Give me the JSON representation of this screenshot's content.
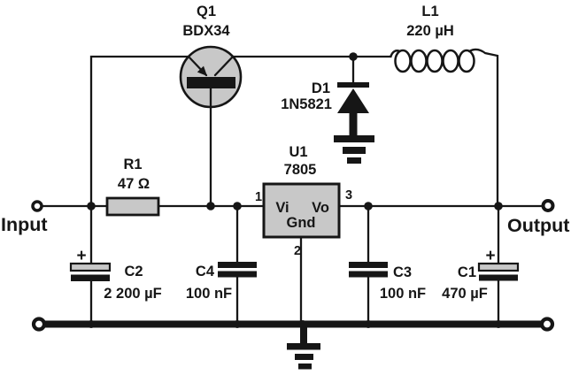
{
  "colors": {
    "ink": "#161616",
    "component_fill": "#c8c8c8",
    "background": "#ffffff"
  },
  "labels": {
    "input": "Input",
    "output": "Output"
  },
  "components": {
    "q1": {
      "ref": "Q1",
      "value": "BDX34"
    },
    "l1": {
      "ref": "L1",
      "value": "220 µH"
    },
    "d1": {
      "ref": "D1",
      "value": "1N5821"
    },
    "u1": {
      "ref": "U1",
      "value": "7805",
      "ports": {
        "vi": "Vi",
        "vo": "Vo",
        "gnd": "Gnd"
      },
      "pins": {
        "p1": "1",
        "p2": "2",
        "p3": "3"
      }
    },
    "r1": {
      "ref": "R1",
      "value": "47 Ω"
    },
    "c1": {
      "ref": "C1",
      "value": "470 µF",
      "polarity": "+"
    },
    "c2": {
      "ref": "C2",
      "value": "2 200 µF",
      "polarity": "+"
    },
    "c3": {
      "ref": "C3",
      "value": "100 nF"
    },
    "c4": {
      "ref": "C4",
      "value": "100 nF"
    }
  }
}
